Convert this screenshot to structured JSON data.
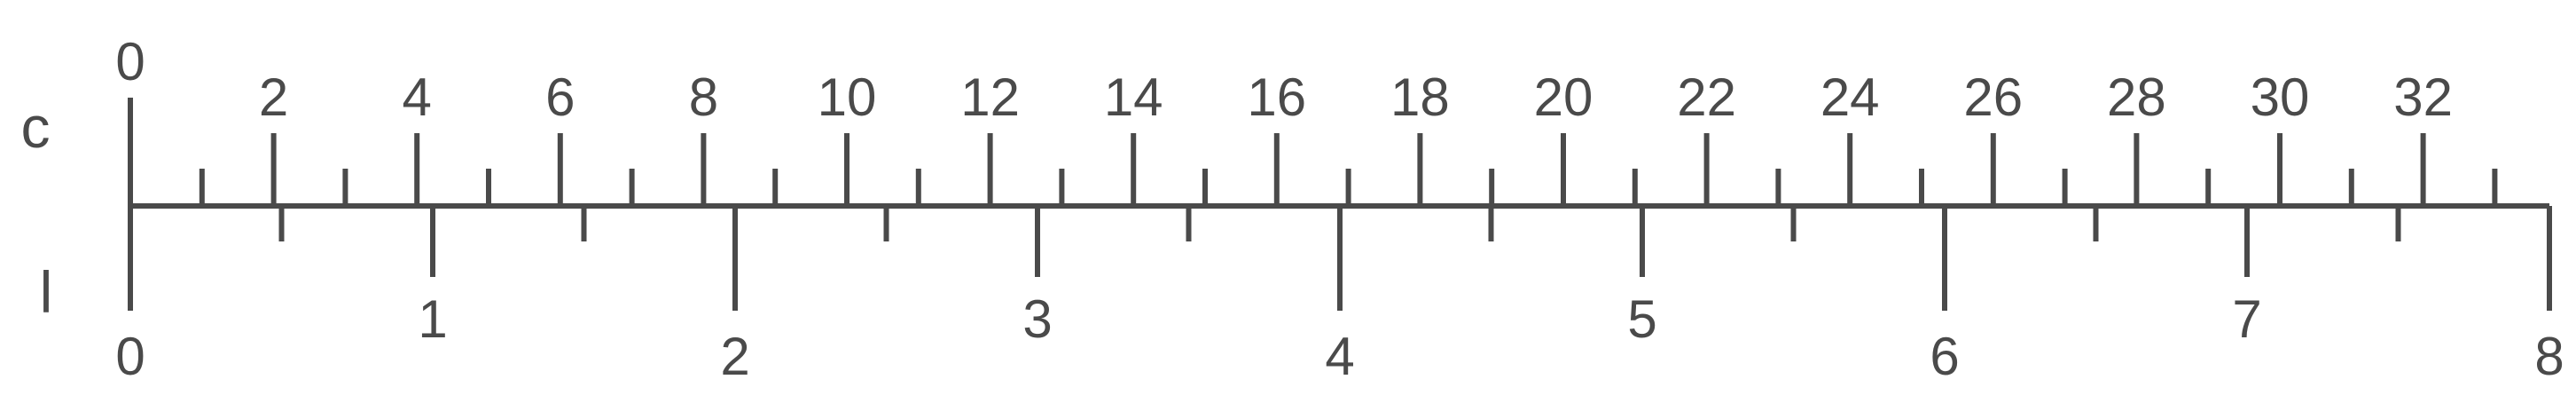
{
  "colors": {
    "ink": "#4a4a4a",
    "background": "#ffffff"
  },
  "row_labels": {
    "top": "c",
    "bottom": "l"
  },
  "scales": {
    "top": {
      "min": 0,
      "max": 33.5,
      "labels": [
        "0",
        "2",
        "4",
        "6",
        "8",
        "10",
        "12",
        "14",
        "16",
        "18",
        "20",
        "22",
        "24",
        "26",
        "28",
        "30",
        "32"
      ],
      "label_values": [
        0,
        2,
        4,
        6,
        8,
        10,
        12,
        14,
        16,
        18,
        20,
        22,
        24,
        26,
        28,
        30,
        32
      ],
      "tick_values": [
        0,
        1,
        2,
        3,
        4,
        5,
        6,
        7,
        8,
        9,
        10,
        11,
        12,
        13,
        14,
        15,
        16,
        17,
        18,
        19,
        20,
        21,
        22,
        23,
        24,
        25,
        26,
        27,
        28,
        29,
        30,
        31,
        32,
        33
      ]
    },
    "bottom": {
      "min": 0,
      "max": 8,
      "labels": [
        "0",
        "1",
        "2",
        "3",
        "4",
        "5",
        "6",
        "7",
        "8"
      ],
      "label_values": [
        0,
        1,
        2,
        3,
        4,
        5,
        6,
        7,
        8
      ],
      "tick_values": [
        0,
        0.5,
        1,
        1.5,
        2,
        2.5,
        3,
        3.5,
        4,
        4.5,
        5,
        5.5,
        6,
        6.5,
        7,
        7.5,
        8
      ]
    }
  }
}
